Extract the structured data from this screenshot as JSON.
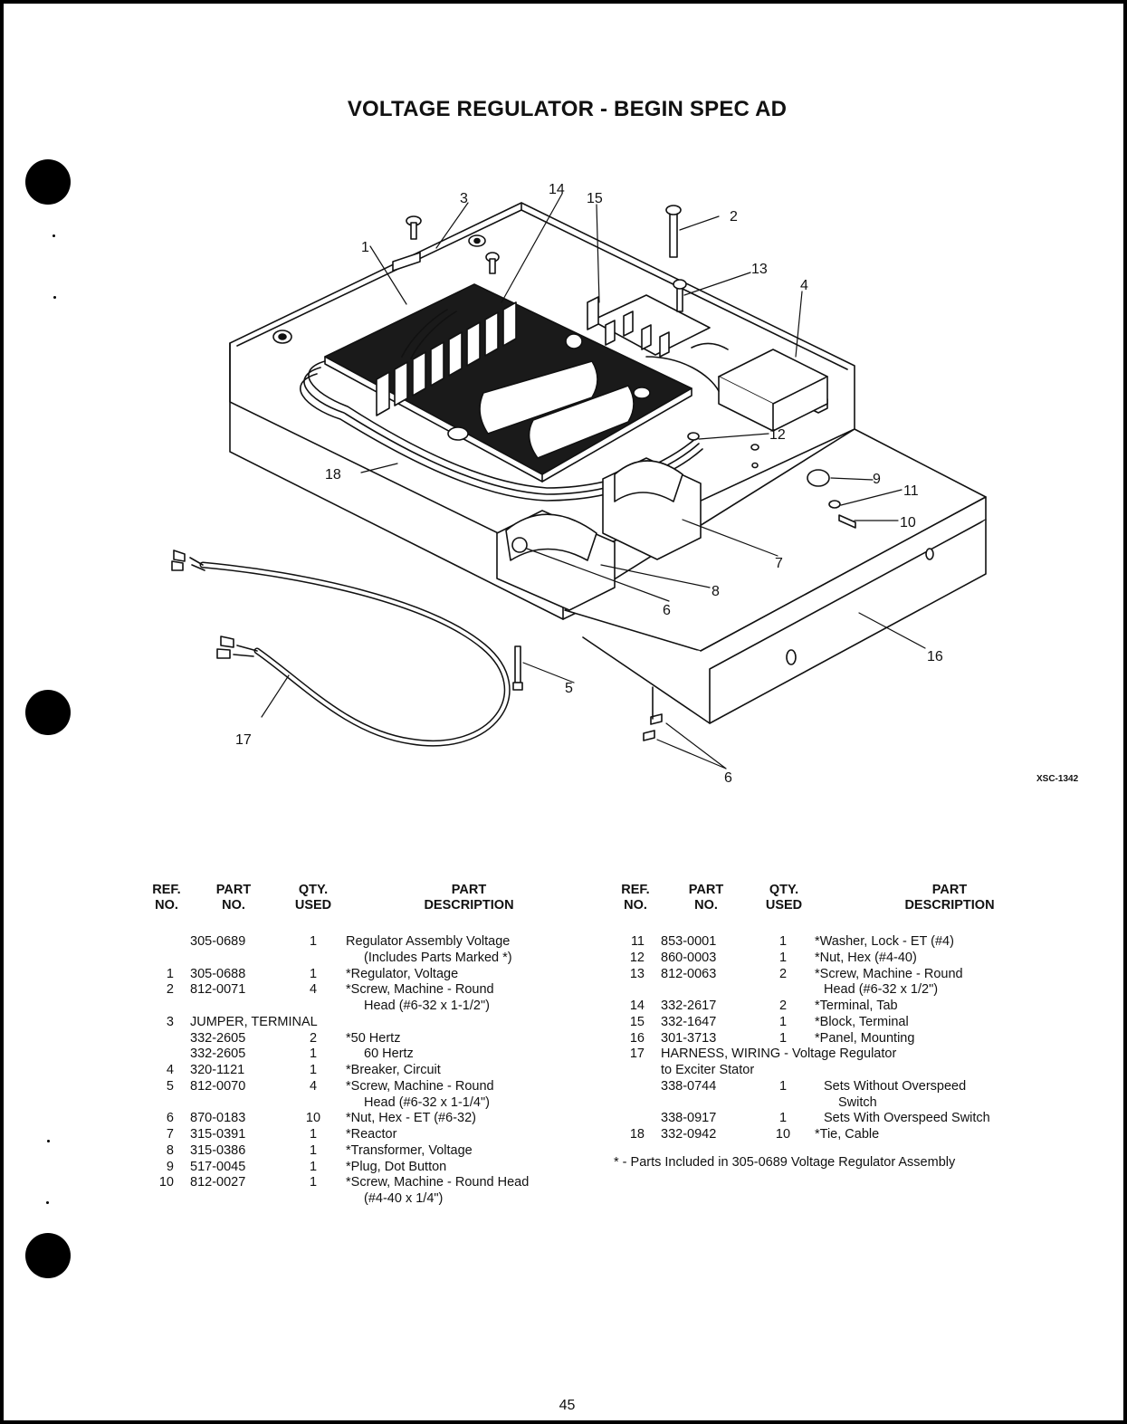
{
  "title": "VOLTAGE REGULATOR - BEGIN SPEC AD",
  "figure_id": "XSC-1342",
  "callouts": [
    "1",
    "2",
    "3",
    "4",
    "5",
    "6",
    "6",
    "7",
    "8",
    "9",
    "10",
    "11",
    "12",
    "13",
    "14",
    "15",
    "16",
    "17",
    "18"
  ],
  "table_headers": {
    "ref": [
      "REF.",
      "NO."
    ],
    "part": [
      "PART",
      "NO."
    ],
    "qty": [
      "QTY.",
      "USED"
    ],
    "desc": [
      "PART",
      "DESCRIPTION"
    ]
  },
  "left_rows": [
    {
      "ref": "",
      "part": "305-0689",
      "qty": "1",
      "desc": "Regulator Assembly Voltage"
    },
    {
      "ref": "",
      "part": "",
      "qty": "",
      "desc": "(Includes Parts Marked *)",
      "indent": true
    },
    {
      "ref": "1",
      "part": "305-0688",
      "qty": "1",
      "desc": "*Regulator, Voltage"
    },
    {
      "ref": "2",
      "part": "812-0071",
      "qty": "4",
      "desc": "*Screw, Machine - Round"
    },
    {
      "ref": "",
      "part": "",
      "qty": "",
      "desc": "Head (#6-32 x 1-1/2\")",
      "indent": true
    },
    {
      "ref": "3",
      "part": "JUMPER, TERMINAL",
      "qty": "",
      "desc": ""
    },
    {
      "ref": "",
      "part": "332-2605",
      "qty": "2",
      "desc": "*50 Hertz"
    },
    {
      "ref": "",
      "part": "332-2605",
      "qty": "1",
      "desc": "60 Hertz",
      "indent": true
    },
    {
      "ref": "4",
      "part": "320-1121",
      "qty": "1",
      "desc": "*Breaker, Circuit"
    },
    {
      "ref": "5",
      "part": "812-0070",
      "qty": "4",
      "desc": "*Screw, Machine - Round"
    },
    {
      "ref": "",
      "part": "",
      "qty": "",
      "desc": "Head (#6-32 x 1-1/4\")",
      "indent": true
    },
    {
      "ref": "6",
      "part": "870-0183",
      "qty": "10",
      "desc": "*Nut, Hex - ET (#6-32)"
    },
    {
      "ref": "7",
      "part": "315-0391",
      "qty": "1",
      "desc": "*Reactor"
    },
    {
      "ref": "8",
      "part": "315-0386",
      "qty": "1",
      "desc": "*Transformer, Voltage"
    },
    {
      "ref": "9",
      "part": "517-0045",
      "qty": "1",
      "desc": "*Plug, Dot Button"
    },
    {
      "ref": "10",
      "part": "812-0027",
      "qty": "1",
      "desc": "*Screw, Machine - Round Head"
    },
    {
      "ref": "",
      "part": "",
      "qty": "",
      "desc": "(#4-40 x 1/4\")",
      "indent": true
    }
  ],
  "right_rows": [
    {
      "ref": "11",
      "part": "853-0001",
      "qty": "1",
      "desc": "*Washer, Lock - ET (#4)"
    },
    {
      "ref": "12",
      "part": "860-0003",
      "qty": "1",
      "desc": "*Nut, Hex (#4-40)"
    },
    {
      "ref": "13",
      "part": "812-0063",
      "qty": "2",
      "desc": "*Screw, Machine - Round"
    },
    {
      "ref": "",
      "part": "",
      "qty": "",
      "desc": "Head (#6-32 x 1/2\")",
      "indent": true
    },
    {
      "ref": "14",
      "part": "332-2617",
      "qty": "2",
      "desc": "*Terminal, Tab"
    },
    {
      "ref": "15",
      "part": "332-1647",
      "qty": "1",
      "desc": "*Block, Terminal"
    },
    {
      "ref": "16",
      "part": "301-3713",
      "qty": "1",
      "desc": "*Panel, Mounting"
    },
    {
      "ref": "17",
      "part": "HARNESS, WIRING - Voltage Regulator",
      "qty": "",
      "desc": ""
    },
    {
      "ref": "",
      "part": "to Exciter Stator",
      "qty": "",
      "desc": ""
    },
    {
      "ref": "",
      "part": "338-0744",
      "qty": "1",
      "desc": "Sets Without Overspeed",
      "indent": true
    },
    {
      "ref": "",
      "part": "",
      "qty": "",
      "desc": "Switch",
      "indent2": true
    },
    {
      "ref": "",
      "part": "338-0917",
      "qty": "1",
      "desc": "Sets With Overspeed Switch",
      "indent": true
    },
    {
      "ref": "18",
      "part": "332-0942",
      "qty": "10",
      "desc": "*Tie, Cable"
    }
  ],
  "footnote": "* - Parts Included in 305-0689 Voltage Regulator Assembly",
  "page_number": "45"
}
